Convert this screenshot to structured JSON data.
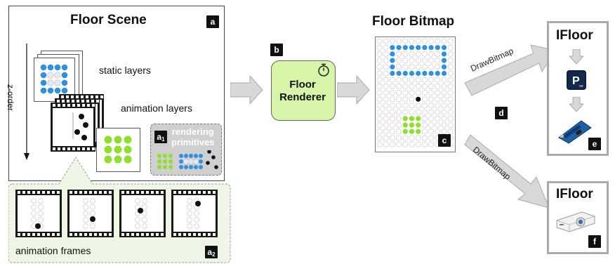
{
  "floor_scene": {
    "title": "Floor Scene",
    "tag_a": "a",
    "z_order_label": "z-order",
    "static_layers_label": "static layers",
    "animation_layers_label": "animation layers",
    "rendering_primitives": {
      "tag": "a",
      "tag_sub": "1",
      "line1": "rendering",
      "line2": "primitives"
    }
  },
  "animation_frames": {
    "label": "animation frames",
    "tag": "a",
    "tag_sub": "2"
  },
  "renderer": {
    "tag": "b",
    "line1": "Floor",
    "line2": "Renderer",
    "icon": "stopwatch-icon"
  },
  "floor_bitmap": {
    "title": "Floor Bitmap",
    "tag": "c"
  },
  "draw_bitmap_top": "DrawBitmap",
  "draw_bitmap_bottom": "DrawBitmap",
  "tag_d": "d",
  "ifloor_top": {
    "title": "IFloor",
    "tag": "e",
    "icons": [
      "processing-app-icon",
      "arduino-board-icon"
    ]
  },
  "ifloor_bottom": {
    "title": "IFloor",
    "tag": "f",
    "icon": "projector-icon"
  },
  "colors": {
    "blue": "#2f8fe0",
    "green": "#8ee02a",
    "renderer_fill": "#d6f5a8",
    "frames_fill": "#eef6e6",
    "arrow_fill": "#d8d8d8"
  }
}
